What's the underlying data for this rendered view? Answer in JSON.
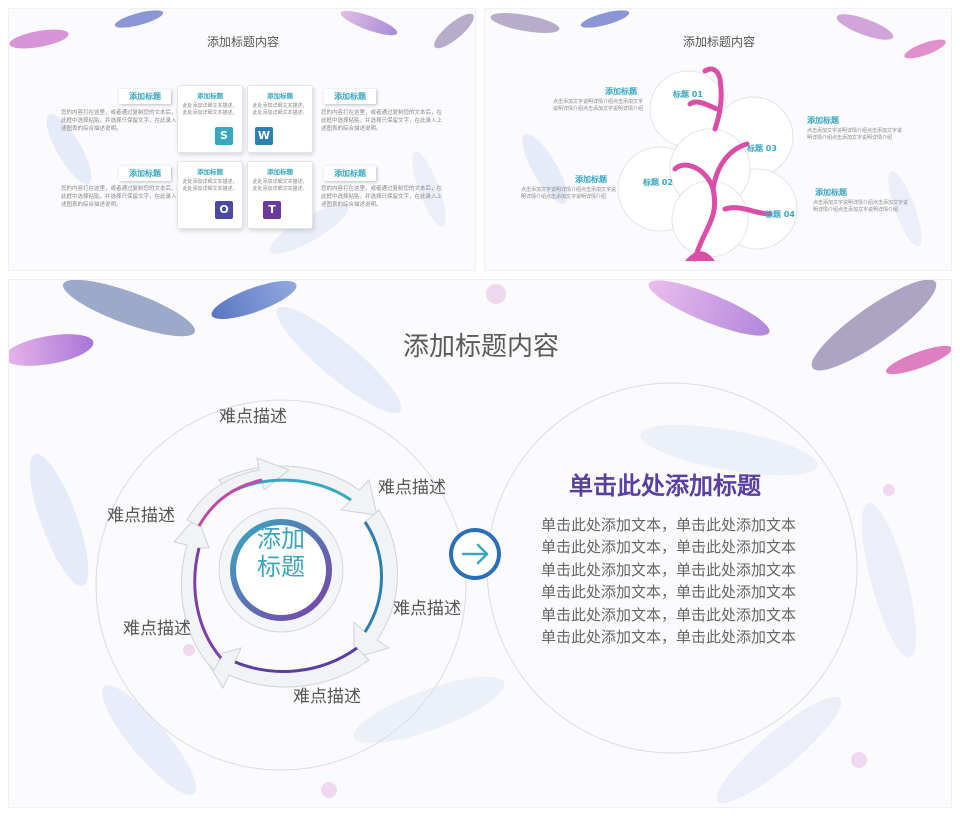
{
  "swot_slide": {
    "title": "添加标题内容",
    "side_labels": [
      "添加标题",
      "添加标题",
      "添加标题",
      "添加标题"
    ],
    "side_text": "您的内容打在这里，或者通过复制您的文本后，在此框中选择粘贴，并选择只保留文字，在此录入上述图表的综合描述说明。",
    "card_titles": [
      "添加标题",
      "添加标题",
      "添加标题",
      "添加标题"
    ],
    "card_text": "此处添加详细文本描述，此处添加详细文本描述。",
    "letters": [
      "S",
      "W",
      "O",
      "T"
    ],
    "letter_colors": [
      "#3aa7c0",
      "#2c7fb0",
      "#4a4aa0",
      "#6b3a9c"
    ]
  },
  "tree_slide": {
    "title": "添加标题内容",
    "node_labels": [
      "标题 01",
      "标题 02",
      "标题 03",
      "标题 04"
    ],
    "side_titles": [
      "添加标题",
      "添加标题",
      "添加标题",
      "添加标题"
    ],
    "side_text": "点击添加文字说明详情介绍点击添加文字说明详情介绍点击添加文字说明详情介绍"
  },
  "main_slide": {
    "title": "添加标题内容",
    "center_label_line1": "添加",
    "center_label_line2": "标题",
    "difficulty_labels": [
      "难点描述",
      "难点描述",
      "难点描述",
      "难点描述",
      "难点描述",
      "难点描述"
    ],
    "right_heading": "单击此处添加标题",
    "right_lines": [
      "单击此处添加文本，单击此处添加文本",
      "单击此处添加文本，单击此处添加文本",
      "单击此处添加文本，单击此处添加文本",
      "单击此处添加文本，单击此处添加文本",
      "单击此处添加文本，单击此处添加文本",
      "单击此处添加文本，单击此处添加文本"
    ],
    "accent_color": "#5a3fa3",
    "teal_color": "#3aa7c0"
  }
}
